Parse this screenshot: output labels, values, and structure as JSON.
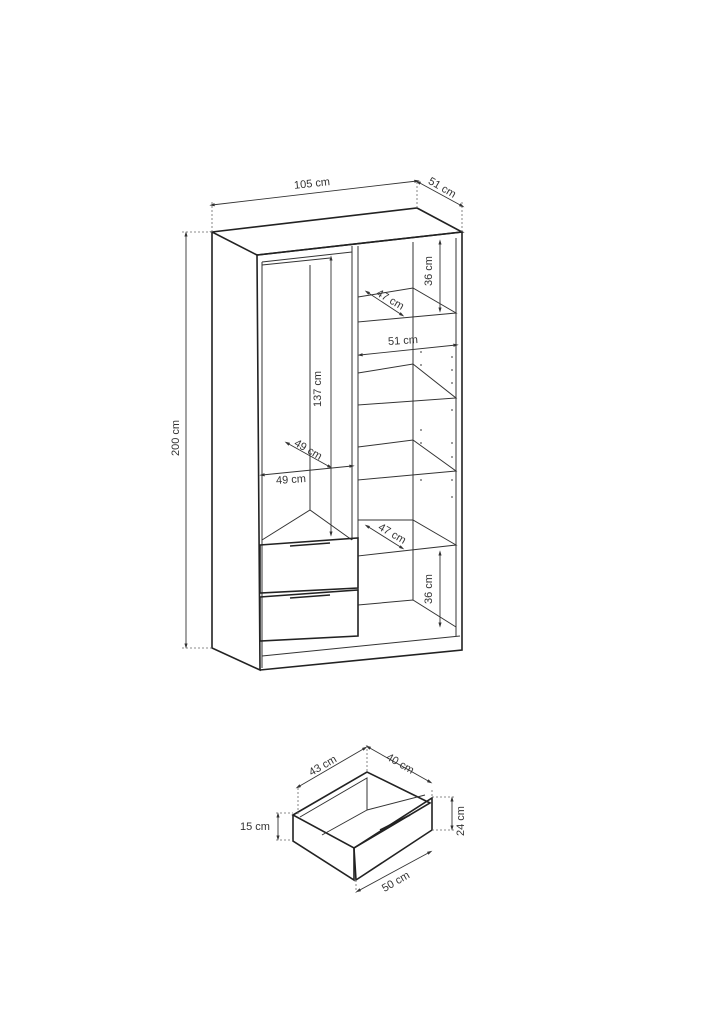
{
  "wardrobe": {
    "width": "105 cm",
    "depth": "51 cm",
    "height": "200 cm",
    "top_compartment_height": "36 cm",
    "bottom_compartment_height": "36 cm",
    "top_shelf_depth": "47 cm",
    "bottom_shelf_depth": "47 cm",
    "shelf_inner_width": "51 cm",
    "hanging_height": "137 cm",
    "hanging_depth": "49 cm",
    "hanging_width": "49 cm"
  },
  "drawer": {
    "inner_width": "43 cm",
    "inner_depth": "40 cm",
    "side_height": "15 cm",
    "front_height": "24 cm",
    "front_width": "50 cm"
  }
}
